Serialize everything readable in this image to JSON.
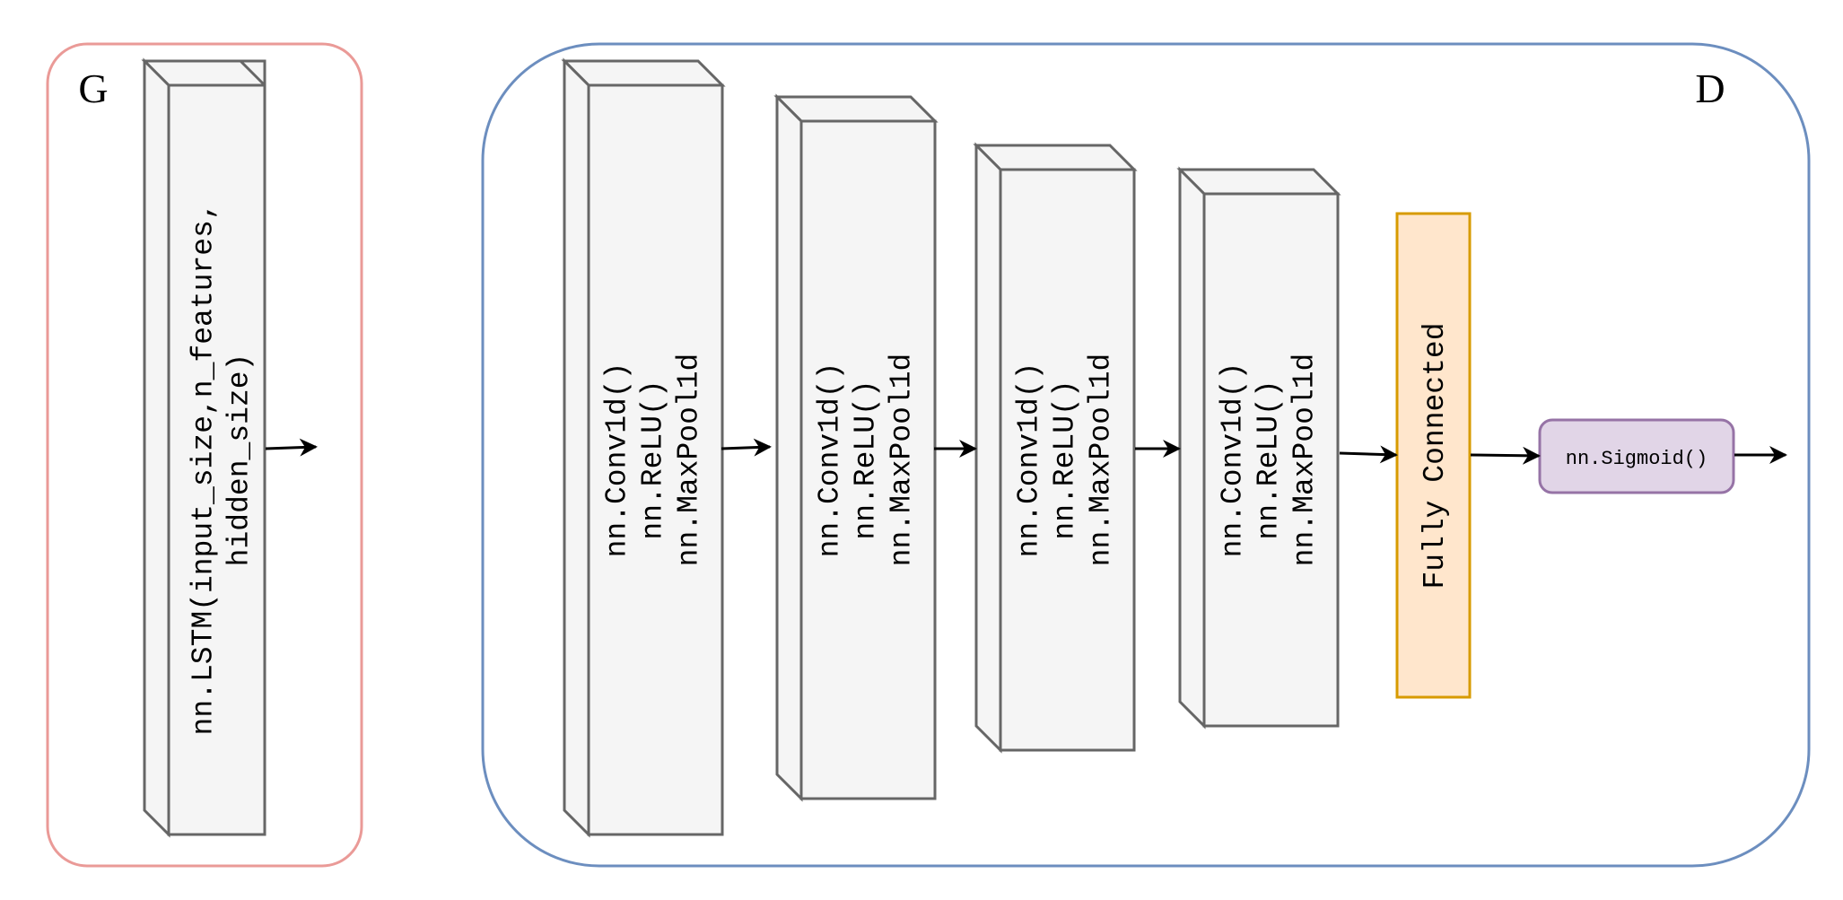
{
  "generator": {
    "label": "G",
    "border_color": "#ea9a97",
    "layer": {
      "lines": [
        "nn.LSTM(input_size,n_features,",
        "hidden_size)"
      ]
    }
  },
  "discriminator": {
    "label": "D",
    "border_color": "#6c8ebf",
    "conv_blocks": [
      {
        "lines": [
          "nn.Conv1d()",
          "nn.ReLU()",
          "nn.MaxPool1d"
        ]
      },
      {
        "lines": [
          "nn.Conv1d()",
          "nn.ReLU()",
          "nn.MaxPool1d"
        ]
      },
      {
        "lines": [
          "nn.Conv1d()",
          "nn.ReLU()",
          "nn.MaxPool1d"
        ]
      },
      {
        "lines": [
          "nn.Conv1d()",
          "nn.ReLU()",
          "nn.MaxPool1d"
        ]
      }
    ],
    "fully_connected": {
      "label": "Fully Connected",
      "fill": "#ffe6cc",
      "stroke": "#d79b00"
    },
    "sigmoid": {
      "label": "nn.Sigmoid()",
      "fill": "#e1d5e7",
      "stroke": "#9673a6"
    }
  },
  "colors": {
    "block_fill": "#f5f5f5",
    "block_stroke": "#666666",
    "arrow": "#000000",
    "text": "#000000"
  }
}
